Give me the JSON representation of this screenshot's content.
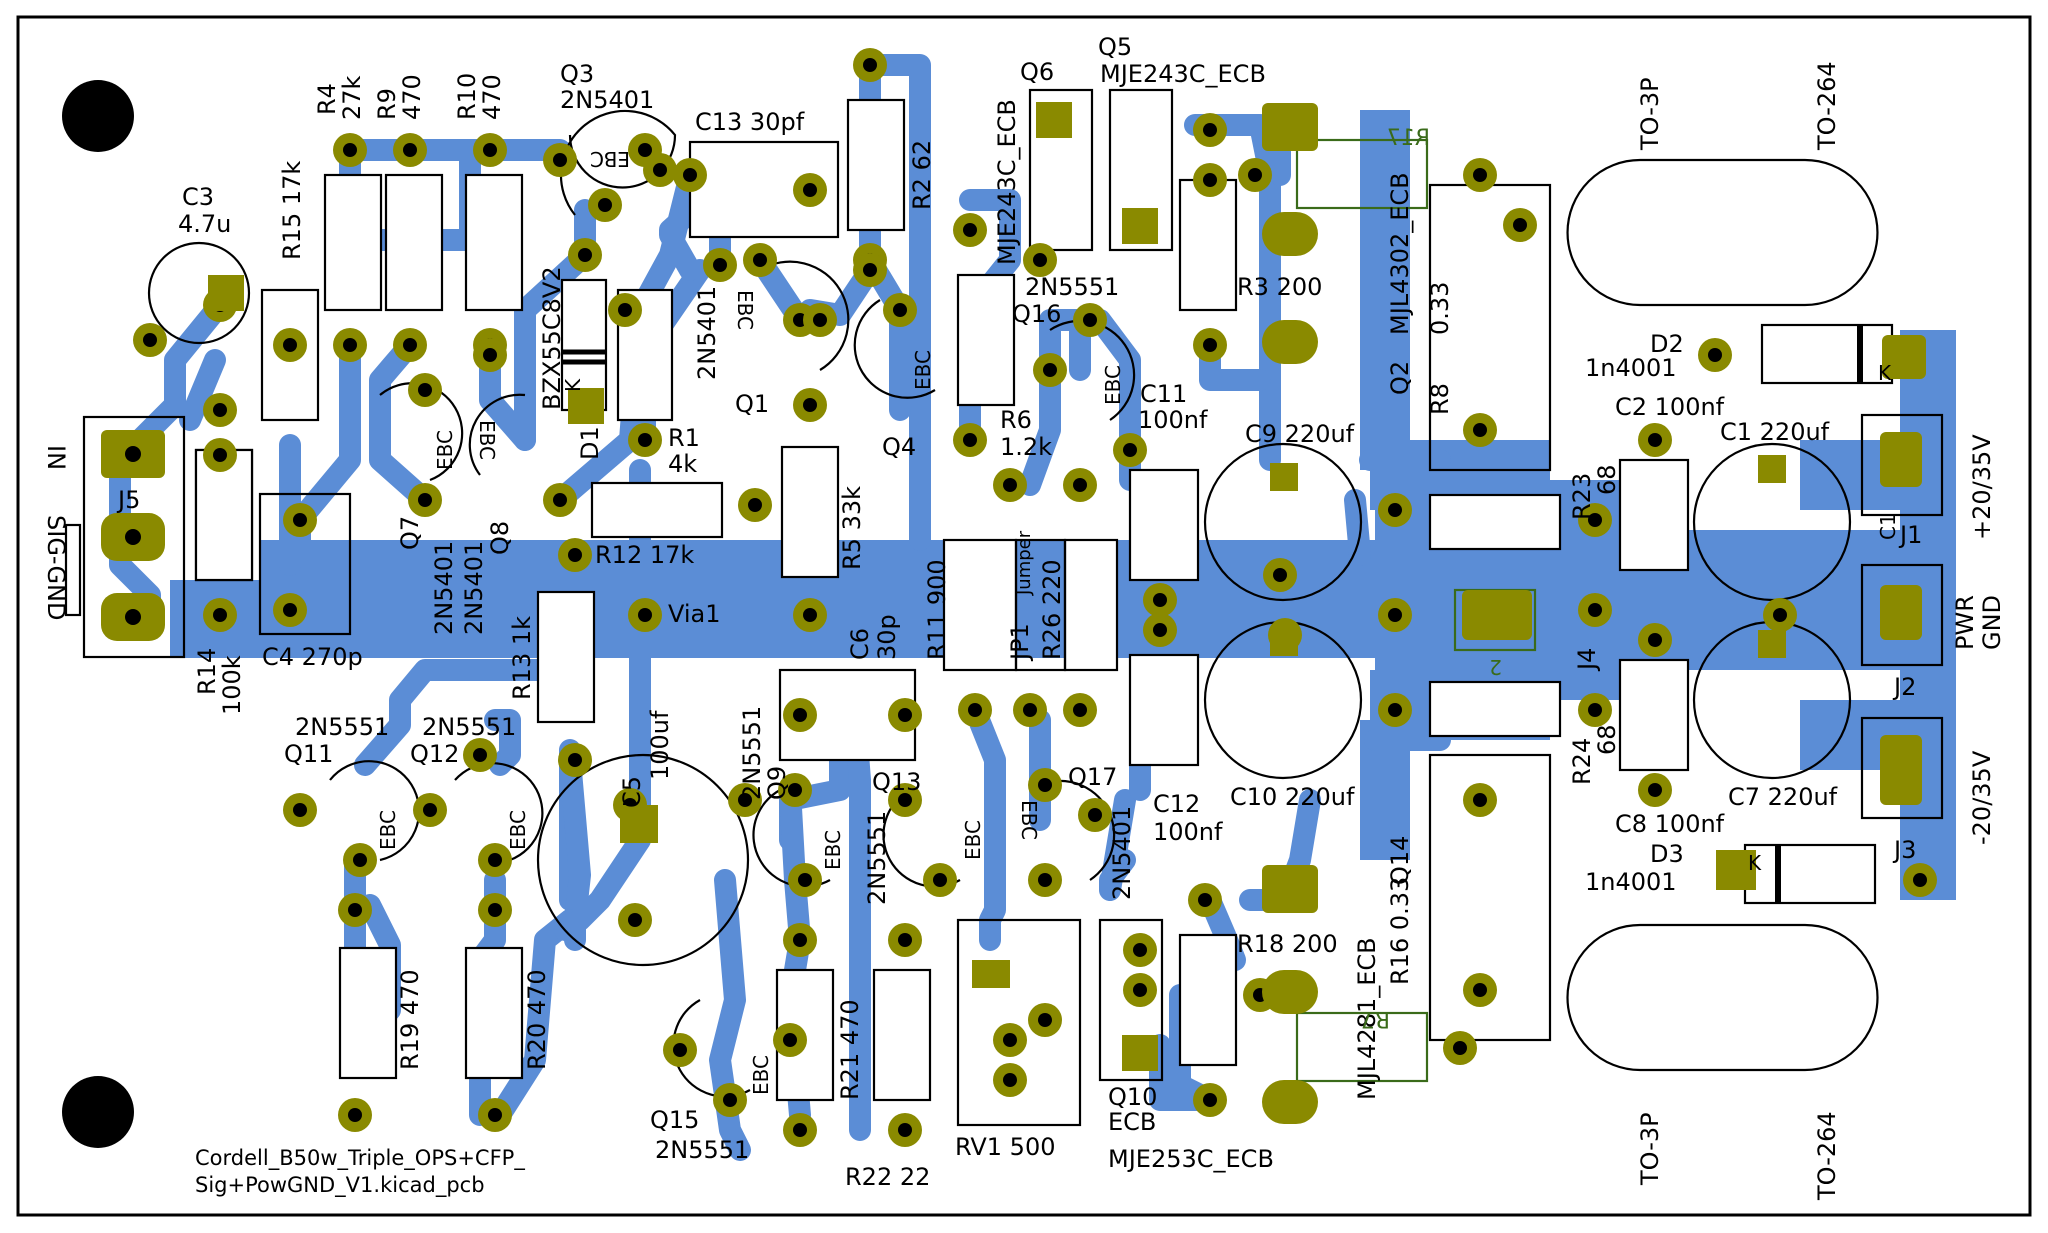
{
  "board": {
    "title_lines": [
      "Cordell_B50w_Triple_OPS+CFP_",
      "Sig+PowGND_V1.kicad_pcb"
    ],
    "colors": {
      "copper": "#5b8dd6",
      "pad": "#8a8a00",
      "silk": "#000000",
      "board_edge": "#000000",
      "fab": "#3a6b1a"
    }
  },
  "labels": {
    "c3": "C3",
    "c3v": "4.7u",
    "r15": "R15 17k",
    "r4": "R4",
    "r4v": "27k",
    "r9": "R9",
    "r9v": "470",
    "r10": "R10",
    "r10v": "470",
    "q3": "Q3",
    "q3v": "2N5401",
    "q3p": "EBC",
    "c13": "C13 30pf",
    "r2": "R2 62",
    "q6": "Q6",
    "q6v": "MJE243C_ECB",
    "q5": "Q5",
    "q5v": "MJE243C_ECB",
    "to3p_top": "TO-3P",
    "to264_top": "TO-264",
    "bzx": "BZX55C8V2",
    "k": "K",
    "d1": "D1",
    "r1": "R1",
    "r1v": "4k",
    "q1": "Q1",
    "q1v": "2N5401",
    "q1p": "EBC",
    "q4": "Q4",
    "q4p": "EBC",
    "r6": "R6",
    "r6v": "1.2k",
    "q16": "2N5551",
    "q16n": "Q16",
    "q16p": "EBC",
    "c11": "C11",
    "c11v": "100nf",
    "r3": "R3 200",
    "q2": "Q2",
    "q2v": "MJL4302_ECB",
    "r8": "R8",
    "r8v": "0.33",
    "d2": "D2",
    "d2v": "1n4001",
    "d2k": "K",
    "c2": "C2 100nf",
    "c1": "C1 220uf",
    "c9": "C9 220uf",
    "r23": "R23",
    "r23v": "68",
    "j1": "J1",
    "c1b": "C1",
    "plus": "+20/35V",
    "pwr": "PWR",
    "gnd": "GND",
    "j2": "J2",
    "minus": "-20/35V",
    "j3": "J3",
    "in": "IN",
    "siggnd": "SIG-GND",
    "j5": "J5",
    "q7": "Q7",
    "q7v": "2N5401",
    "q7p": "EBC",
    "q8": "Q8",
    "q8v": "2N5401",
    "q8p": "EBC",
    "r12": "R12 17k",
    "r5": "R5 33k",
    "r11": "R11 900",
    "jp1": "JP1",
    "jumper": "Jumper",
    "r26": "R26 220",
    "via1": "Via1",
    "r13": "R13 1k",
    "r14": "R14",
    "r14v": "100k",
    "c4": "C4 270p",
    "c6": "C6",
    "c6v": "30p",
    "j4": "J4",
    "r24": "R24",
    "r24v": "68",
    "c10": "C10 220uf",
    "c7": "C7 220uf",
    "c8": "C8 100nf",
    "d3": "D3",
    "d3v": "1n4001",
    "d3k": "K",
    "q11": "Q11",
    "q11v": "2N5551",
    "q11p": "EBC",
    "q12": "Q12",
    "q12v": "2N5551",
    "q12p": "EBC",
    "c5": "C5",
    "c5v": "100uf",
    "q9": "Q9",
    "q9v": "2N5551",
    "q9p": "EBC",
    "q13": "Q13",
    "q13v": "2N5551",
    "q13p": "EBC",
    "q17": "Q17",
    "q17v": "2N5401",
    "q17p": "EBC",
    "c12": "C12",
    "c12v": "100nf",
    "q14": "Q14",
    "q14v": "MJL4281_ECB",
    "r16": "R16 0.33",
    "r18": "R18 200",
    "r19": "R19 470",
    "r20": "R20 470",
    "r21": "R21 470",
    "r22": "R22 22",
    "rv1": "RV1 500",
    "q10": "Q10",
    "q10p": "ECB",
    "q10v": "MJE253C_ECB",
    "q15": "Q15",
    "q15v": "2N5551",
    "q15p": "EBC",
    "to3p_bot": "TO-3P",
    "to264_bot": "TO-264",
    "mirror_r17": "R17",
    "mirror_r7": "R7",
    "mirror_2": "2"
  }
}
